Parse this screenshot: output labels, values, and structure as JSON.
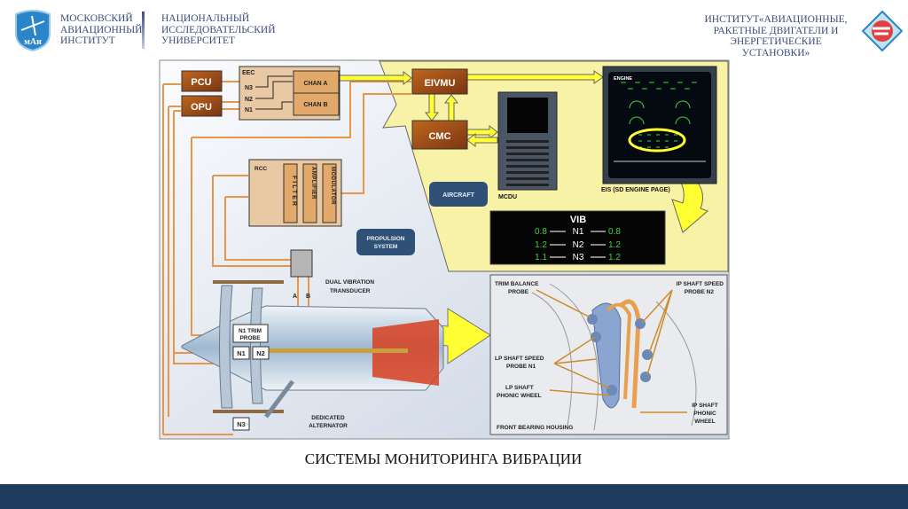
{
  "header": {
    "mai_lines": [
      "МОСКОВСКИЙ",
      "АВИАЦИОННЫЙ",
      "ИНСТИТУТ"
    ],
    "nru_lines": [
      "НАЦИОНАЛЬНЫЙ",
      "ИССЛЕДОВАТЕЛЬСКИЙ",
      "УНИВЕРСИТЕТ"
    ],
    "logo_text": "мАи",
    "institute_lines": [
      "ИНСТИТУТ«АВИАЦИОННЫЕ,",
      "РАКЕТНЫЕ ДВИГАТЕЛИ И",
      "ЭНЕРГЕТИЧЕСКИЕ",
      "УСТАНОВКИ»"
    ]
  },
  "diagram": {
    "pcu": "PCU",
    "opu": "OPU",
    "eec": "EEC",
    "eec_inputs": [
      "N3",
      "N2",
      "N1"
    ],
    "chan_a": "CHAN A",
    "chan_b": "CHAN B",
    "eivmu": "EIVMU",
    "cmc": "CMC",
    "mcdu": "MCDU",
    "eis_title": "ENGINE",
    "eis_label": "EIS (SD ENGINE PAGE)",
    "aircraft": "AIRCRAFT",
    "propulsion": [
      "PROPULSION",
      "SYSTEM"
    ],
    "rcc": "RCC",
    "filter": "FILTER",
    "amplifier": "AMPLIFIER",
    "modulator": "MODULATOR",
    "vib": {
      "title": "VIB",
      "rows": [
        {
          "left": "0.8",
          "label": "N1",
          "right": "0.8"
        },
        {
          "left": "1.2",
          "label": "N2",
          "right": "1.2"
        },
        {
          "left": "1.1",
          "label": "N3",
          "right": "1.2"
        }
      ]
    },
    "transducer_a": "A",
    "transducer_b": "B",
    "dual_vibration": [
      "DUAL VIBRATION",
      "TRANSDUCER"
    ],
    "n1_trim": [
      "N1 TRIM",
      "PROBE"
    ],
    "n1": "N1",
    "n2": "N2",
    "n3": "N3",
    "alternator": [
      "DEDICATED",
      "ALTERNATOR"
    ],
    "bearing": {
      "trim_balance": [
        "TRIM BALANCE",
        "PROBE"
      ],
      "ip_speed": [
        "IP SHAFT SPEED",
        "PROBE N2"
      ],
      "lp_speed": [
        "LP SHAFT SPEED",
        "PROBE N1"
      ],
      "lp_wheel": [
        "LP SHAFT",
        "PHONIC WHEEL"
      ],
      "ip_wheel": [
        "IP SHAFT",
        "PHONIC",
        "WHEEL"
      ],
      "housing": "FRONT BEARING HOUSING"
    }
  },
  "caption": "СИСТЕМЫ МОНИТОРИНГА ВИБРАЦИИ",
  "colors": {
    "footer": "#1f3c5e",
    "box": "#9a4a1c",
    "yellow": "#f7f2a6",
    "wire": "#e8964a",
    "vib_green": "#3fd23f"
  }
}
